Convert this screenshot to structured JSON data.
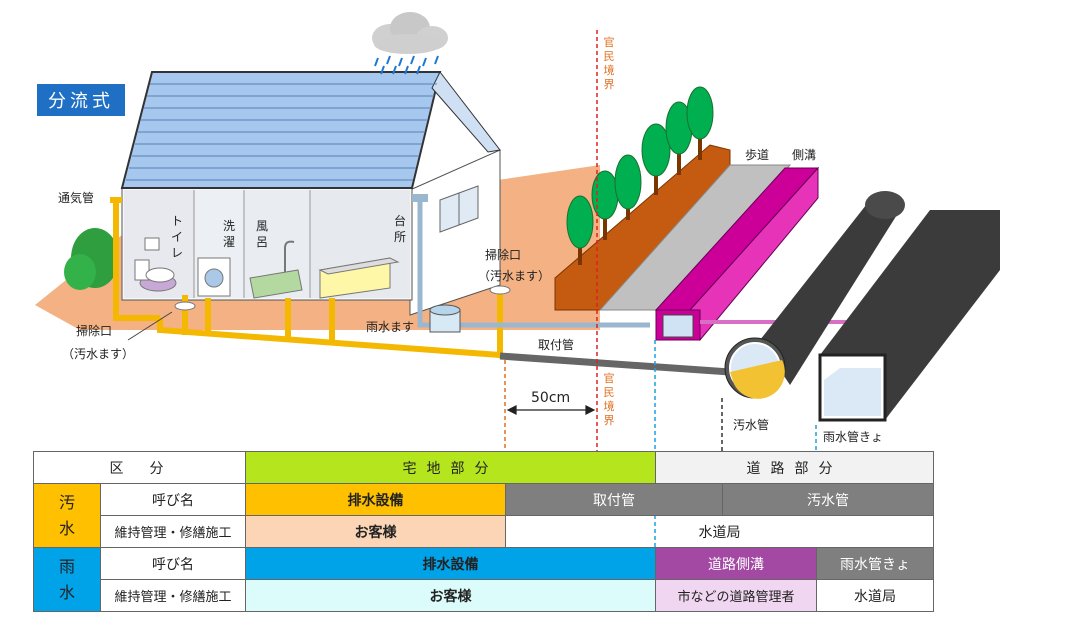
{
  "title_badge": "分流式",
  "labels": {
    "vent_pipe": "通気管",
    "toilet": "トイレ",
    "washer": "洗濯",
    "bath": "風呂",
    "kitchen": "台所",
    "cleanout_left": "掃除口",
    "sewage_basin_left": "（汚水ます）",
    "cleanout_right": "掃除口",
    "sewage_basin_right": "（汚水ます）",
    "rain_basin": "雨水ます",
    "connection_pipe": "取付管",
    "distance": "50cm",
    "boundary_top": "官民境界",
    "boundary_bottom": "官民境界",
    "sidewalk": "歩道",
    "side_ditch": "側溝",
    "sewer_pipe": "汚水管",
    "storm_culvert": "雨水管きょ"
  },
  "table": {
    "header": {
      "category": "区　分",
      "private": "宅地部分",
      "public": "道路部分"
    },
    "sewage": {
      "label": "汚水",
      "name_label": "呼び名",
      "maint_label": "維持管理・修繕施工",
      "facility": "排水設備",
      "connection": "取付管",
      "main_pipe": "汚水管",
      "owner_private": "お客様",
      "owner_public": "水道局"
    },
    "rain": {
      "label": "雨水",
      "name_label": "呼び名",
      "maint_label": "維持管理・修繕施工",
      "facility": "排水設備",
      "road_ditch": "道路側溝",
      "culvert": "雨水管きょ",
      "owner_private": "お客様",
      "owner_road": "市などの道路管理者",
      "owner_public": "水道局"
    }
  },
  "colors": {
    "sewage_pipe": "#f5b800",
    "rain_pipe": "#9bb7d0",
    "ground": "#f4b183",
    "private_header": "#b5e61d",
    "sewage_cell": "#ffc000",
    "sewage_owner": "#fbd5b5",
    "public_gray": "#7f7f7f",
    "rain_label": "#00a2e8",
    "rain_owner": "#dcfcfc",
    "road_ditch": "#a349a4",
    "ditch_magenta": "#cc0099"
  }
}
